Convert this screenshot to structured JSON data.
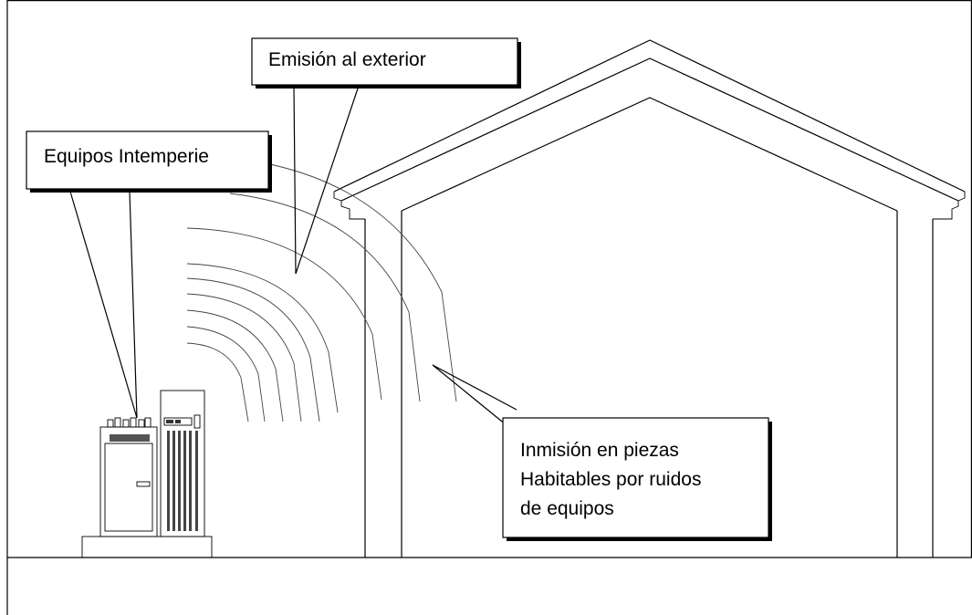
{
  "callouts": {
    "emission": "Emisión al exterior",
    "equipment": "Equipos Intemperie",
    "immission": [
      "Inmisión en piezas",
      "Habitables por ruidos",
      "de equipos"
    ]
  }
}
